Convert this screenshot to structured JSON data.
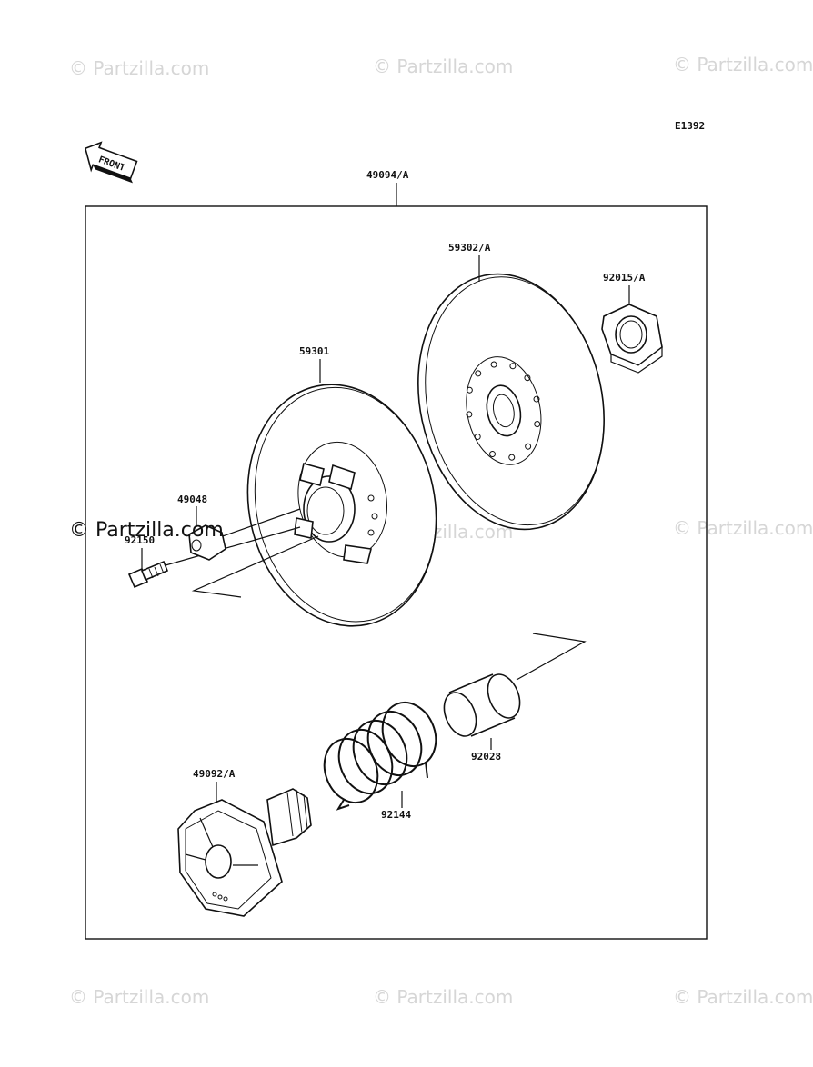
{
  "diagram": {
    "code": "E1392",
    "front_label": "FRONT",
    "assembly_label": "49094/A",
    "parts": {
      "fixed_sheave": "59302/A",
      "nut": "92015/A",
      "movable_sheave": "59301",
      "weight": "49048",
      "bolt": "92150",
      "cam": "49092/A",
      "spring": "92144",
      "collar": "92028"
    }
  },
  "watermarks": {
    "text": "© Partzilla.com"
  }
}
